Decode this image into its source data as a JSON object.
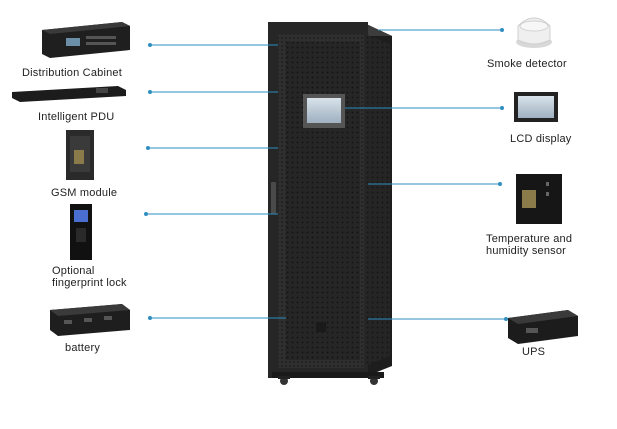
{
  "components": {
    "distribution_cabinet": "Distribution Cabinet",
    "intelligent_pdu": "Intelligent PDU",
    "gsm_module": "GSM module",
    "fingerprint_lock_line1": "Optional",
    "fingerprint_lock_line2": "fingerprint lock",
    "battery": "battery",
    "smoke_detector": "Smoke detector",
    "lcd_display": "LCD display",
    "temp_humidity_line1": "Temperature and",
    "temp_humidity_line2": "humidity sensor",
    "ups": "UPS"
  },
  "colors": {
    "connector": "#2f8fc0",
    "cabinet_body": "#2b2b2b",
    "cabinet_mesh": "#3a3a3a",
    "screen": "#b9c6d2"
  }
}
